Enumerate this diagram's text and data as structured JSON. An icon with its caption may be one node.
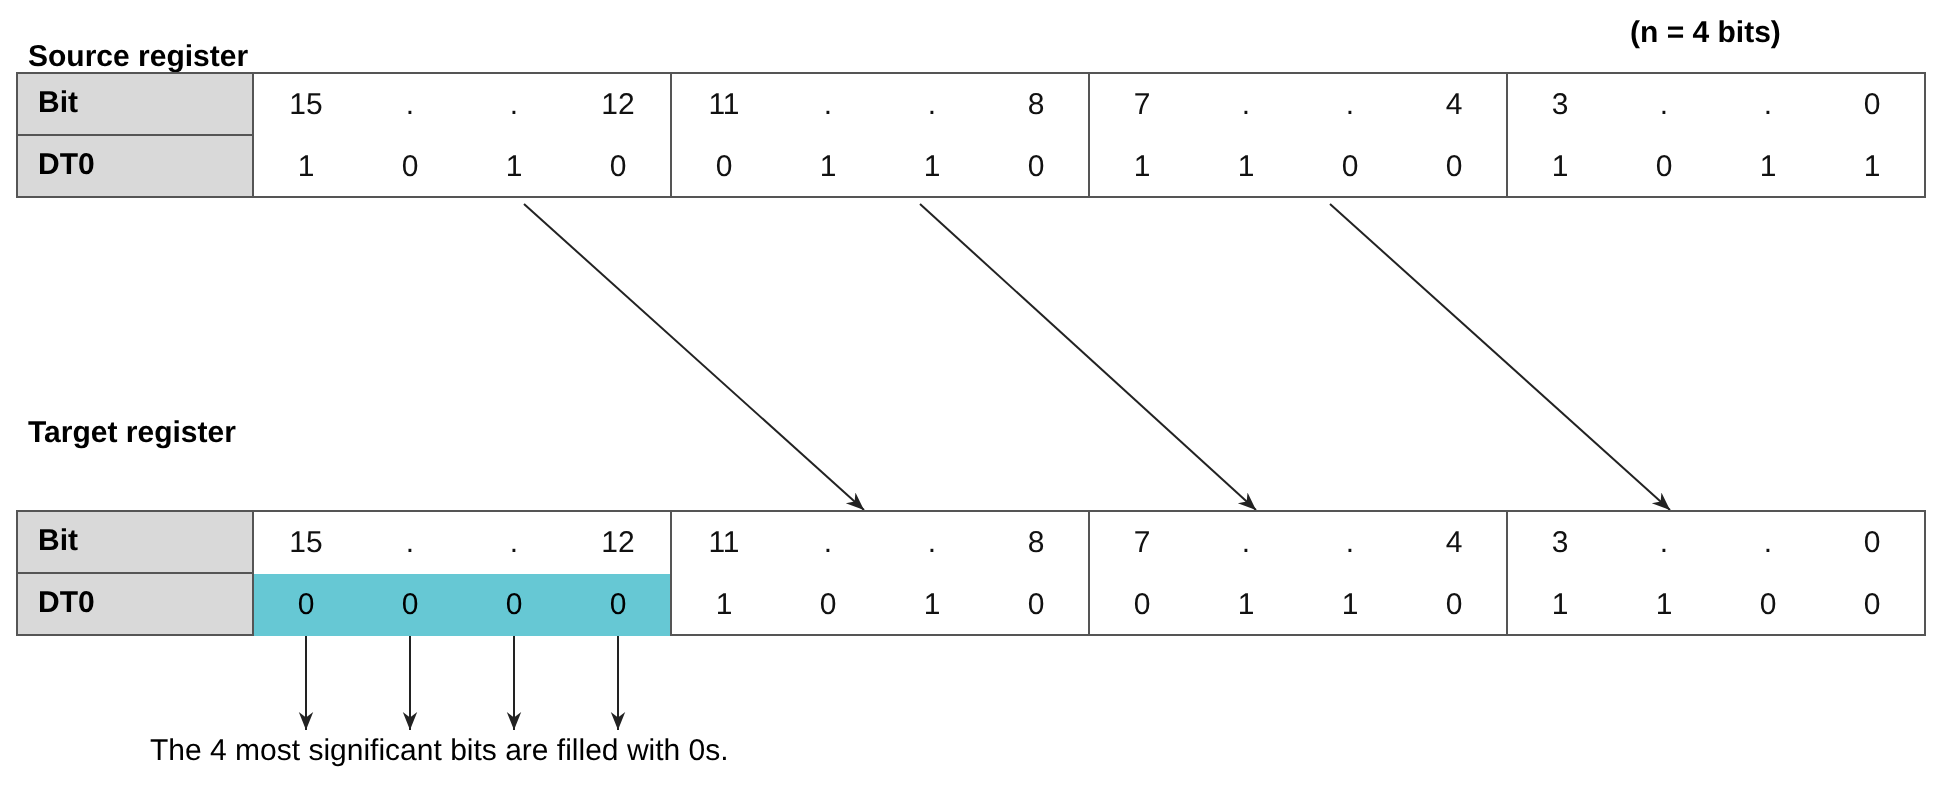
{
  "diagram": {
    "nodes": [
      {
        "text": [
          "15",
          ".",
          ".",
          "12",
          "1",
          "0",
          "1",
          "0"
        ]
      },
      {
        "text": [
          "11",
          ".",
          ".",
          "8",
          "0",
          "1",
          "1",
          "0"
        ]
      },
      {
        "text": [
          "7",
          ".",
          ".",
          "4",
          "1",
          "1",
          "0",
          "0"
        ]
      },
      {
        "text": [
          "3",
          ".",
          ".",
          "0",
          "1",
          "0",
          "1",
          "1"
        ]
      },
      {
        "text": [
          "15",
          ".",
          ".",
          "12"
        ]
      },
      {
        "text": [
          "0"
        ],
        "in": 4
      },
      {
        "text": [
          "0"
        ],
        "in": 4
      },
      {
        "text": [
          "0"
        ],
        "in": 4
      },
      {
        "text": [
          "0"
        ],
        "in": 4
      },
      {
        "text": [
          "11",
          ".",
          ".",
          "8",
          "1",
          "0",
          "1",
          "0"
        ]
      },
      {
        "text": [
          "7",
          ".",
          ".",
          "4",
          "0",
          "1",
          "1",
          "0"
        ]
      },
      {
        "text": [
          "3",
          ".",
          ".",
          "0",
          "1",
          "1",
          "0",
          "0"
        ]
      },
      {
        "text": [
          "The 4 most significant bits are filled with 0s."
        ]
      }
    ],
    "edges": [
      {
        "from": 0,
        "to": 9,
        "arrow": "to"
      },
      {
        "from": 1,
        "to": 10,
        "arrow": "to"
      },
      {
        "from": 2,
        "to": 11,
        "arrow": "to"
      },
      {
        "from": 5,
        "to": 12,
        "arrow": "to"
      },
      {
        "from": 6,
        "to": 12,
        "arrow": "to"
      },
      {
        "from": 7,
        "to": 12,
        "arrow": "to"
      },
      {
        "from": 8,
        "to": 12,
        "arrow": "to"
      }
    ],
    "labels": [
      "Source register",
      "(n = 4 bits)",
      "Bit",
      "DT0",
      "Target register",
      "Bit",
      "DT0"
    ]
  }
}
